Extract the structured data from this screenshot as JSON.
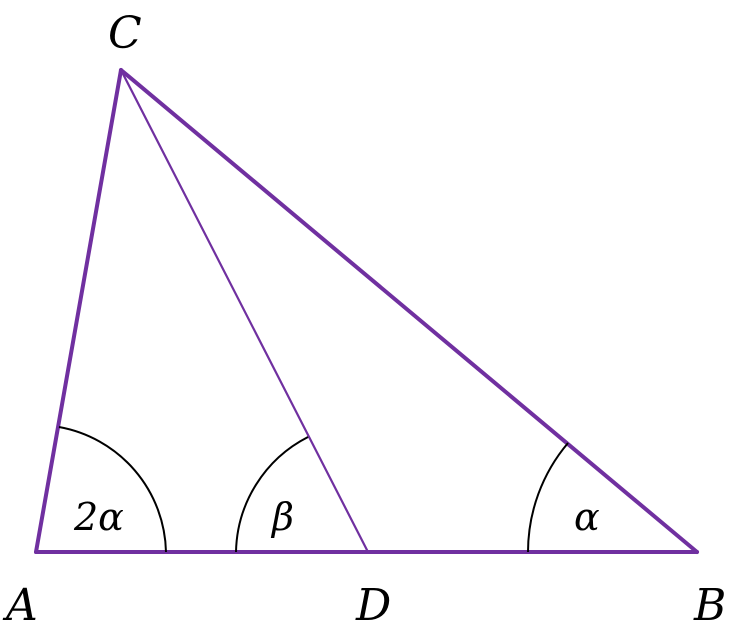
{
  "colors": {
    "triangle": "#7030a0",
    "arcs": "#000000",
    "text": "#000000"
  },
  "vertices": {
    "A": "A",
    "B": "B",
    "C": "C",
    "D": "D"
  },
  "angles": {
    "at_A": "2α",
    "at_D": "β",
    "at_B": "α"
  }
}
